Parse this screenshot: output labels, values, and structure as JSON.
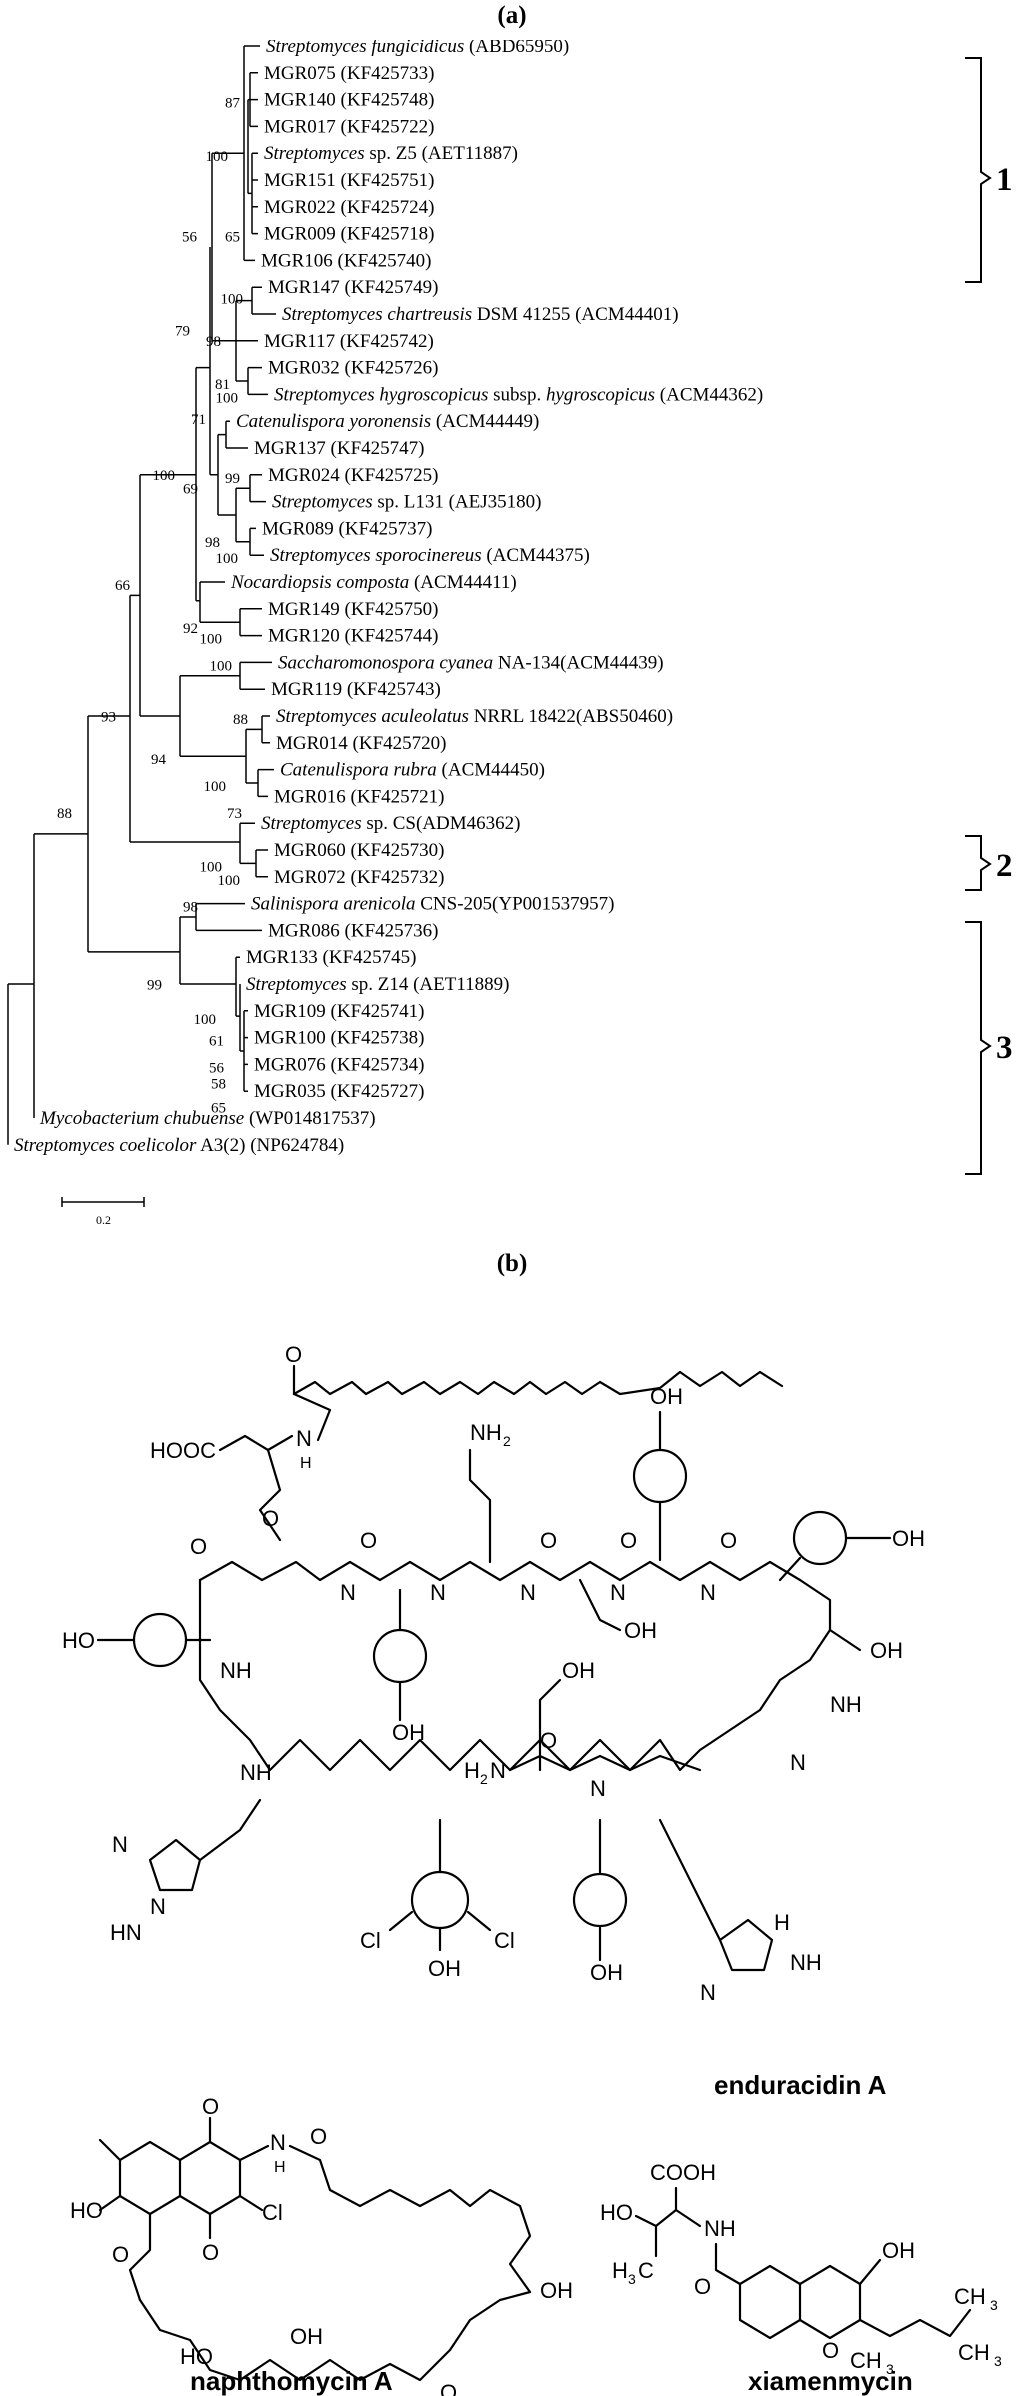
{
  "panel_a": {
    "label": "(a)",
    "leaves": [
      {
        "species": "Streptomyces fungicidicus",
        "suffix": " (ABD65950)"
      },
      {
        "species": "",
        "suffix": "MGR075 (KF425733)"
      },
      {
        "species": "",
        "suffix": "MGR140 (KF425748)"
      },
      {
        "species": "",
        "suffix": "MGR017 (KF425722)"
      },
      {
        "species": "Streptomyces",
        "suffix": " sp. Z5 (AET11887)"
      },
      {
        "species": "",
        "suffix": "MGR151 (KF425751)"
      },
      {
        "species": "",
        "suffix": "MGR022 (KF425724)"
      },
      {
        "species": "",
        "suffix": "MGR009 (KF425718)"
      },
      {
        "species": "",
        "suffix": "MGR106 (KF425740)"
      },
      {
        "species": "",
        "suffix": "MGR147 (KF425749)"
      },
      {
        "species": "Streptomyces chartreusis",
        "suffix": " DSM 41255 (ACM44401)"
      },
      {
        "species": "",
        "suffix": "MGR117 (KF425742)"
      },
      {
        "species": "",
        "suffix": "MGR032 (KF425726)"
      },
      {
        "species": "Streptomyces hygroscopicus",
        "suffix": " subsp. ",
        "species2": "hygroscopicus",
        "suffix2": " (ACM44362)"
      },
      {
        "species": "Catenulispora yoronensis",
        "suffix": " (ACM44449)"
      },
      {
        "species": "",
        "suffix": "MGR137 (KF425747)"
      },
      {
        "species": "",
        "suffix": "MGR024 (KF425725)"
      },
      {
        "species": "Streptomyces",
        "suffix": " sp. L131 (AEJ35180)"
      },
      {
        "species": "",
        "suffix": "MGR089 (KF425737)"
      },
      {
        "species": "Streptomyces sporocinereus",
        "suffix": " (ACM44375)"
      },
      {
        "species": "Nocardiopsis composta",
        "suffix": " (ACM44411)"
      },
      {
        "species": "",
        "suffix": "MGR149 (KF425750)"
      },
      {
        "species": "",
        "suffix": "MGR120 (KF425744)"
      },
      {
        "species": "Saccharomonospora cyanea",
        "suffix": " NA-134(ACM44439)"
      },
      {
        "species": "",
        "suffix": "MGR119 (KF425743)"
      },
      {
        "species": "Streptomyces aculeolatus",
        "suffix": " NRRL 18422(ABS50460)"
      },
      {
        "species": "",
        "suffix": "MGR014 (KF425720)"
      },
      {
        "species": "Catenulispora rubra",
        "suffix": " (ACM44450)"
      },
      {
        "species": "",
        "suffix": "MGR016 (KF425721)"
      },
      {
        "species": "Streptomyces",
        "suffix": " sp. CS(ADM46362)"
      },
      {
        "species": "",
        "suffix": "MGR060 (KF425730)"
      },
      {
        "species": "",
        "suffix": "MGR072 (KF425732)"
      },
      {
        "species": "Salinispora arenicola",
        "suffix": " CNS-205(YP001537957)"
      },
      {
        "species": "",
        "suffix": "MGR086 (KF425736)"
      },
      {
        "species": "",
        "suffix": "MGR133 (KF425745)"
      },
      {
        "species": "Streptomyces",
        "suffix": " sp. Z14 (AET11889)"
      },
      {
        "species": "",
        "suffix": "MGR109 (KF425741)"
      },
      {
        "species": "",
        "suffix": "MGR100 (KF425738)"
      },
      {
        "species": "",
        "suffix": "MGR076 (KF425734)"
      },
      {
        "species": "",
        "suffix": "MGR035 (KF425727)"
      },
      {
        "species": "Mycobacterium chubuense",
        "suffix": " (WP014817537)"
      },
      {
        "species": "Streptomyces coelicolor",
        "suffix": " A3(2) (NP624784)"
      }
    ],
    "bootstrap": [
      "87",
      "100",
      "65",
      "56",
      "100",
      "98",
      "81",
      "100",
      "79",
      "71",
      "100",
      "69",
      "99",
      "98",
      "100",
      "92",
      "100",
      "66",
      "100",
      "94",
      "88",
      "100",
      "73",
      "93",
      "88",
      "100",
      "100",
      "98",
      "99",
      "100",
      "61",
      "56",
      "58",
      "65"
    ],
    "clades": [
      "1",
      "2",
      "3"
    ],
    "scale_label": "0.2"
  },
  "panel_b": {
    "label": "(b)",
    "compounds": [
      "enduracidin A",
      "naphthomycin A",
      "xiamenmycin"
    ]
  },
  "colors": {
    "line": "#000000",
    "background": "#ffffff"
  }
}
